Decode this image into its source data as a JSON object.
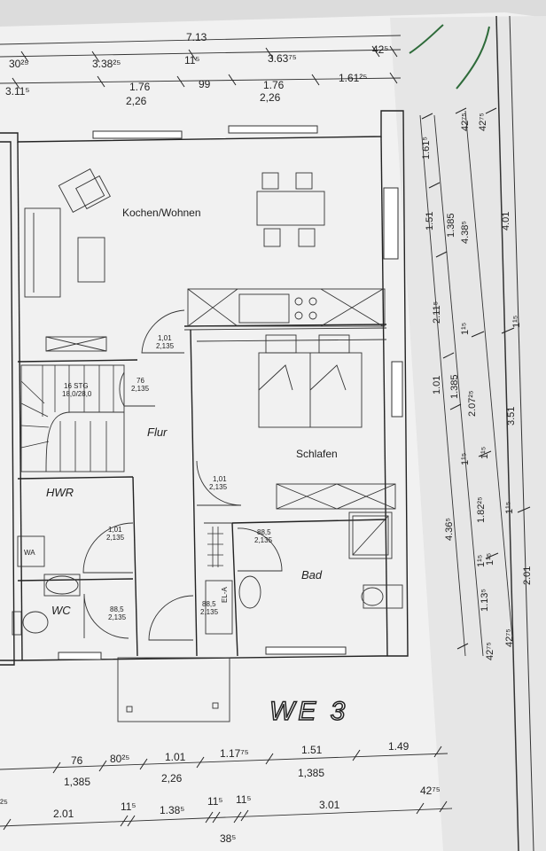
{
  "plan_title": "WE 3",
  "rooms": {
    "kochen_wohnen": "Kochen/Wohnen",
    "flur": "Flur",
    "schlafen": "Schlafen",
    "hwr": "HWR",
    "bad": "Bad",
    "wc": "WC",
    "wa": "WA"
  },
  "stair_label": "16 STG",
  "stair_ratio": "18,0/28,0",
  "doors": [
    {
      "w": "1,01",
      "h": "2,135"
    },
    {
      "w": "76",
      "h": "2,135"
    },
    {
      "w": "1,01",
      "h": "2,135"
    },
    {
      "w": "1,01",
      "h": "2,135"
    },
    {
      "w": "88,5",
      "h": "2,135"
    },
    {
      "w": "88,5",
      "h": "2,135"
    },
    {
      "w": "88,5",
      "h": "2,135"
    }
  ],
  "el_a": "EL-A",
  "top_dims_row1": [
    "30²⁵",
    "3.38²⁵",
    "11⁵",
    "3.63⁷⁵",
    "42⁵"
  ],
  "top_dims_row2": [
    "3.11⁵",
    "1.76",
    "99",
    "1.76",
    "1.61²⁵"
  ],
  "top_dims_row2_sub": [
    "2,26",
    "2,26"
  ],
  "right_dims_inner": [
    "1.61⁵",
    "1.51",
    "2.11⁵",
    "1.01",
    "1.385",
    "1¹⁵",
    "4.36⁵",
    "1.13⁵",
    "1.82²⁵",
    "1¹⁵",
    "42⁷⁵"
  ],
  "right_dims_mid": [
    "42⁷⁵",
    "1.385",
    "4.38⁵",
    "1¹⁵",
    "2.07²⁵",
    "1¹⁵",
    "1¹⁵",
    "42⁷⁵"
  ],
  "right_dims_outer": [
    "42⁷⁵",
    "4.01",
    "1¹⁵",
    "3.51",
    "1¹⁵",
    "2.01"
  ],
  "bottom_dims_row1": [
    "76",
    "80²⁵",
    "1.01",
    "1.17⁷⁵",
    "1.51",
    "1.49"
  ],
  "bottom_dims_row1_sub": [
    "1,385",
    "2,26",
    "1,385"
  ],
  "bottom_dims_row2": [
    "²⁵",
    "2.01",
    "11⁵",
    "1.38⁵",
    "11⁵",
    "11⁵",
    "3.01",
    "42⁷⁵"
  ],
  "bottom_dims_row2_sub": [
    "38⁵"
  ],
  "top_partial": "7.13"
}
